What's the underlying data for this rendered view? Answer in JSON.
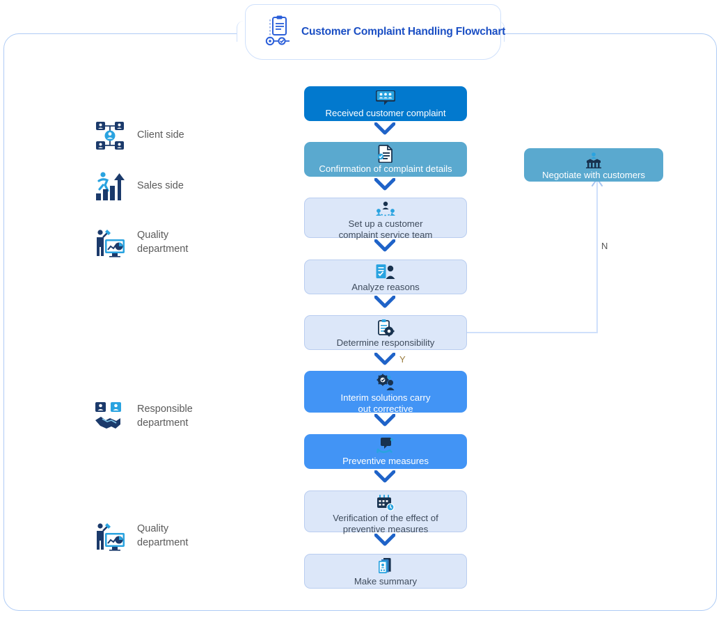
{
  "header": {
    "title": "Customer Complaint Handling Flowchart",
    "icon": "clipboard-process-icon"
  },
  "lanes": [
    {
      "id": "client-side",
      "label": "Client side",
      "icon": "network-people-icon"
    },
    {
      "id": "sales-side",
      "label": "Sales side",
      "icon": "person-growth-chart-icon"
    },
    {
      "id": "quality-department",
      "label": "Quality\ndepartment",
      "icon": "analyst-monitor-icon"
    },
    {
      "id": "responsible-department",
      "label": "Responsible\ndepartment",
      "icon": "handshake-badges-icon"
    },
    {
      "id": "quality-department-2",
      "label": "Quality\ndepartment",
      "icon": "analyst-monitor-icon"
    }
  ],
  "nodes": [
    {
      "id": "received-customer-complaint",
      "label": "Received customer complaint",
      "icon": "chat-people-icon",
      "style": "dark"
    },
    {
      "id": "confirmation-of-details",
      "label": "Confirmation of complaint details",
      "icon": "document-check-icon",
      "style": "steel"
    },
    {
      "id": "set-up-service-team",
      "label": "Set up a customer\ncomplaint service team",
      "icon": "team-network-icon",
      "style": "light"
    },
    {
      "id": "analyze-reasons",
      "label": "Analyze reasons",
      "icon": "report-person-icon",
      "style": "light"
    },
    {
      "id": "determine-responsibility",
      "label": "Determine responsibility",
      "icon": "clipboard-gear-icon",
      "style": "light"
    },
    {
      "id": "interim-solutions",
      "label": "Interim solutions carry\nout corrective",
      "icon": "gear-person-icon",
      "style": "mid"
    },
    {
      "id": "preventive-measures",
      "label": "Preventive measures",
      "icon": "hand-shield-icon",
      "style": "mid"
    },
    {
      "id": "verification-of-effect",
      "label": "Verification of the effect  of\npreventive measures",
      "icon": "calendar-clock-icon",
      "style": "light"
    },
    {
      "id": "make-summary",
      "label": "Make summary",
      "icon": "documents-stack-icon",
      "style": "light"
    }
  ],
  "branch_node": {
    "id": "negotiate-with-customers",
    "label": "Negotiate with customers",
    "icon": "handshake-group-icon",
    "style": "steel"
  },
  "flags": {
    "yes": "Y",
    "no": "N"
  },
  "colors": {
    "dark_blue": "#0279ce",
    "steel_blue": "#5aa9cf",
    "mid_blue": "#4294f5",
    "light_blue": "#dce7f9",
    "frame_border": "#aecbf5",
    "title_text": "#1b4fc4",
    "arrow": "#1f63c8",
    "flag_yes": "#9a7b3c"
  }
}
